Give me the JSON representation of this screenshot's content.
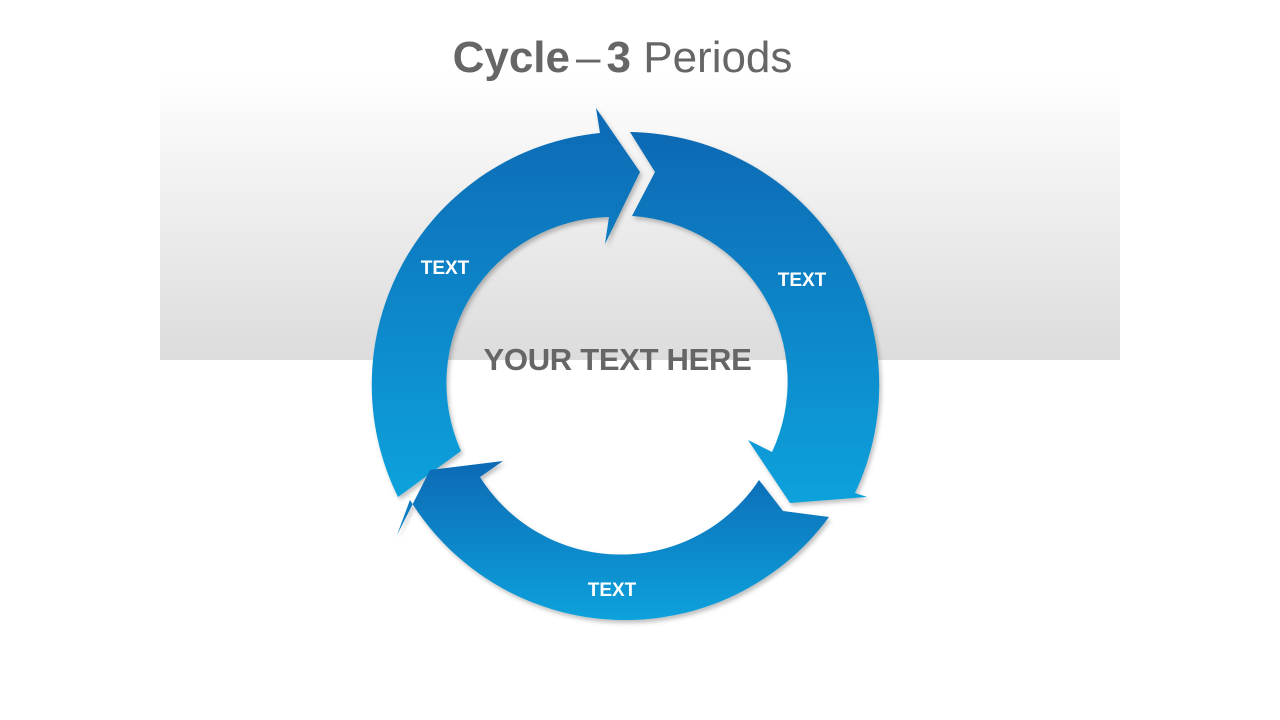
{
  "slide": {
    "title_bold_1": "Cycle",
    "title_dash": "–",
    "title_bold_2": "3",
    "title_rest": "Periods",
    "center_text": "YOUR TEXT HERE"
  },
  "segments": [
    {
      "label": "TEXT"
    },
    {
      "label": "TEXT"
    },
    {
      "label": "TEXT"
    }
  ],
  "colors": {
    "arrow_dark": "#0769b4",
    "arrow_light": "#08a2dc",
    "title_text": "#666666",
    "label_text": "#ffffff"
  }
}
